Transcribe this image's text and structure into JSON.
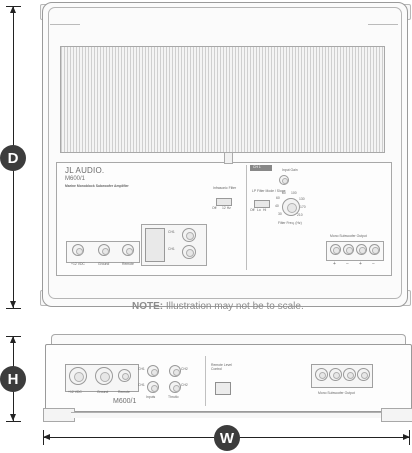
{
  "dimensions": {
    "depth": "D",
    "height": "H",
    "width": "W"
  },
  "note": {
    "label": "NOTE:",
    "text": " Illustration may not be to scale."
  },
  "top_view": {
    "brand": "JL AUDIO.",
    "model": "M600/1",
    "subtitle": "Marine Monoblock Subwoofer Amplifier",
    "power_labels": [
      "+12 VDC",
      "Ground",
      "Remote"
    ],
    "input_labels": [
      "CH1",
      "CH1"
    ],
    "filter_label": "Infrasonic Filter",
    "filter_values": [
      "Off",
      "12 Hz"
    ],
    "lowpass_label": "LP Filter Mode / Slope",
    "lowpass_values": [
      "Off",
      "Lo",
      "Hi"
    ],
    "gain_label": "Input Gain",
    "freq_label": "Filter Freq. (Hz)",
    "dial_marks": [
      "30",
      "40",
      "60",
      "80",
      "100",
      "130",
      "170",
      "210"
    ],
    "output_label": "Mono Subwoofer Output",
    "output_terminals": [
      "+",
      "−",
      "+",
      "−"
    ],
    "ch_label": "CH 1"
  },
  "front_view": {
    "model": "M600/1",
    "power_labels": [
      "+12 VDC",
      "Ground",
      "Remote"
    ],
    "rca_labels": [
      "CH1",
      "CH1",
      "CH2",
      "CH2"
    ],
    "input_labels": [
      "Inputs",
      "Thrutlo"
    ],
    "remote_label": "Remote Level Control",
    "output_label": "Mono Subwoofer Output"
  }
}
